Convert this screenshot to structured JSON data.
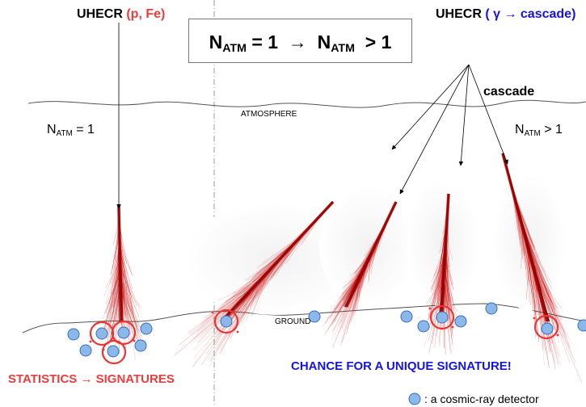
{
  "left_source": {
    "prefix": "UHECR ",
    "particles": "(p, Fe)"
  },
  "right_source": {
    "prefix": "UHECR ",
    "particles": "( γ → cascade)"
  },
  "title": {
    "lhs_base": "N",
    "lhs_sub": "ATM",
    "lhs_rest": " = 1  →  ",
    "rhs_base": "N",
    "rhs_sub": "ATM",
    "rhs_rest": "  > 1"
  },
  "cascade_label": "cascade",
  "atmosphere_label": "ATMOSPHERE",
  "ground_label": "GROUND",
  "left_natm": {
    "base": "N",
    "sub": "ATM",
    "rest": " = 1"
  },
  "right_natm": {
    "base": "N",
    "sub": "ATM",
    "rest": " > 1"
  },
  "statistics_label": "STATISTICS → SIGNATURES",
  "chance_label": "CHANCE FOR A UNIQUE SIGNATURE!",
  "legend": {
    "text": ": a cosmic-ray detector",
    "icon": "detector-circle-icon"
  },
  "colors": {
    "shower": "#cc0000",
    "highlight": "#ee3333",
    "detector_fill": "#8ab8ea",
    "detector_stroke": "#3a6db5",
    "blue_text": "#1414e6",
    "red_text": "#ee3b3b"
  }
}
